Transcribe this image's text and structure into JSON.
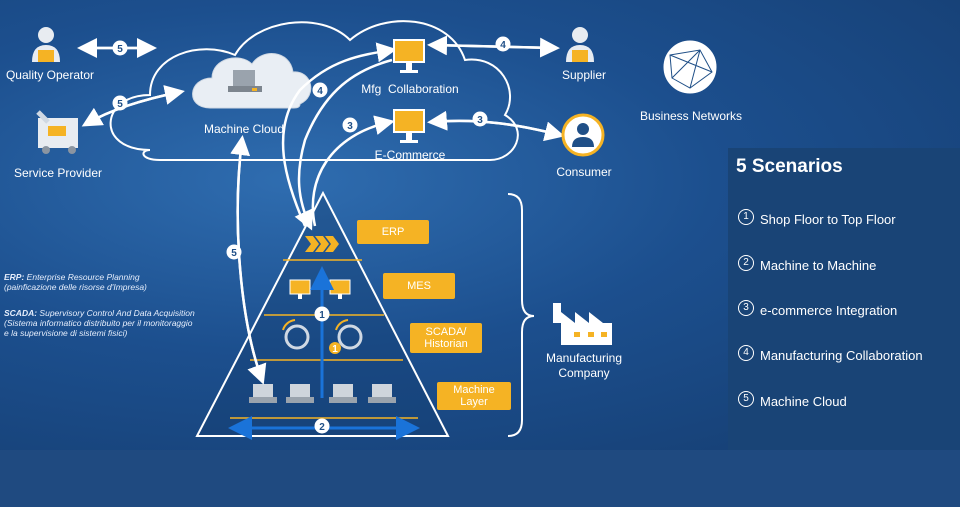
{
  "actors": {
    "quality_operator": "Quality Operator",
    "service_provider": "Service Provider",
    "machine_cloud": "Machine Cloud",
    "mfg_collaboration": "Mfg  Collaboration",
    "ecommerce": "E-Commerce",
    "supplier": "Supplier",
    "consumer": "Consumer",
    "business_networks": "Business Networks",
    "manufacturing_company": "Manufacturing\nCompany"
  },
  "layers": [
    "ERP",
    "MES",
    "SCADA/\nHistorian",
    "Machine\nLayer"
  ],
  "arrow_numbers": {
    "quality_operator": "5",
    "service_provider": "5",
    "mfg_collab": "4",
    "supplier": "4",
    "ecommerce_left": "3",
    "ecommerce_right": "3",
    "cloud_to_machines": "5",
    "vertical": "1",
    "horizontal": "2",
    "scada_small": "1"
  },
  "notes": {
    "erp_abbr": "ERP:",
    "erp_text": " Enterprise Resource Planning",
    "erp_italian": "(painficazione delle risorse d'Impresa)",
    "scada_abbr": "SCADA:",
    "scada_text": "  Supervisory Control And Data Acquisition",
    "scada_italian_1": "(Sistema informatico distribuito per il monitoraggio",
    "scada_italian_2": "e la supervisione di sistemi fisici)"
  },
  "scenarios": {
    "title": "5 Scenarios",
    "items": [
      {
        "num": "1",
        "label": "Shop Floor to Top Floor"
      },
      {
        "num": "2",
        "label": "Machine to Machine"
      },
      {
        "num": "3",
        "label": "e-commerce Integration"
      },
      {
        "num": "4",
        "label": "Manufacturing Collaboration"
      },
      {
        "num": "5",
        "label": "Machine Cloud"
      }
    ]
  },
  "colors": {
    "accent": "#f5b324",
    "background": "#1f4f87",
    "panel": "#194476",
    "arrow_blue": "#1a73d9"
  }
}
